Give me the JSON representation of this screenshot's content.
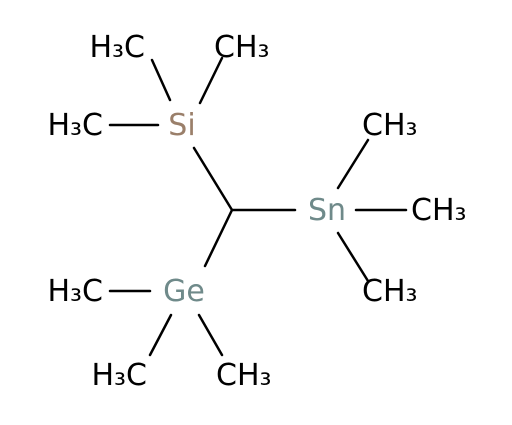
{
  "molecule": {
    "groups": {
      "si_methyl_top_left": "H₃C",
      "si_methyl_top_right": "CH₃",
      "si_methyl_left": "H₃C",
      "sn_methyl_top": "CH₃",
      "sn_methyl_right": "CH₃",
      "sn_methyl_bottom": "CH₃",
      "ge_methyl_left": "H₃C",
      "ge_methyl_bottom_left": "H₃C",
      "ge_methyl_bottom_right": "CH₃"
    },
    "atoms": {
      "silicon": "Si",
      "tin": "Sn",
      "germanium": "Ge"
    },
    "colors": {
      "bond": "#000000",
      "carbon_label": "#000000",
      "silicon": "#9a7f6a",
      "tin": "#6f8a8a",
      "germanium": "#6f8a8a"
    }
  }
}
